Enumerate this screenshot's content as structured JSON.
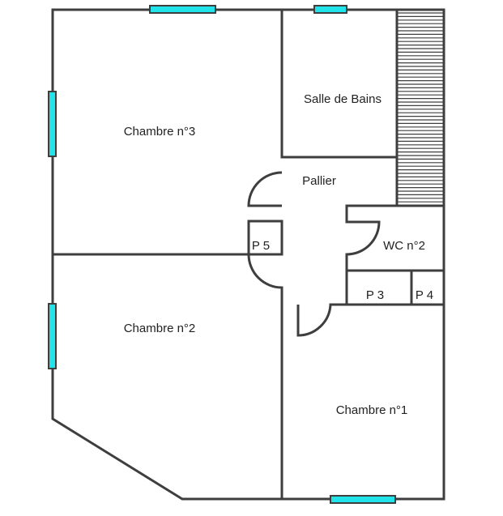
{
  "plan": {
    "rooms": {
      "chambre3": "Chambre n°3",
      "salle_de_bains": "Salle de Bains",
      "pallier": "Pallier",
      "wc2": "WC n°2",
      "chambre2": "Chambre n°2",
      "chambre1": "Chambre n°1"
    },
    "closets": {
      "p5": "P 5",
      "p3": "P 3",
      "p4": "P 4"
    },
    "colors": {
      "wall": "#3e3e3e",
      "window": "#21e3ea",
      "background": "#ffffff"
    }
  }
}
